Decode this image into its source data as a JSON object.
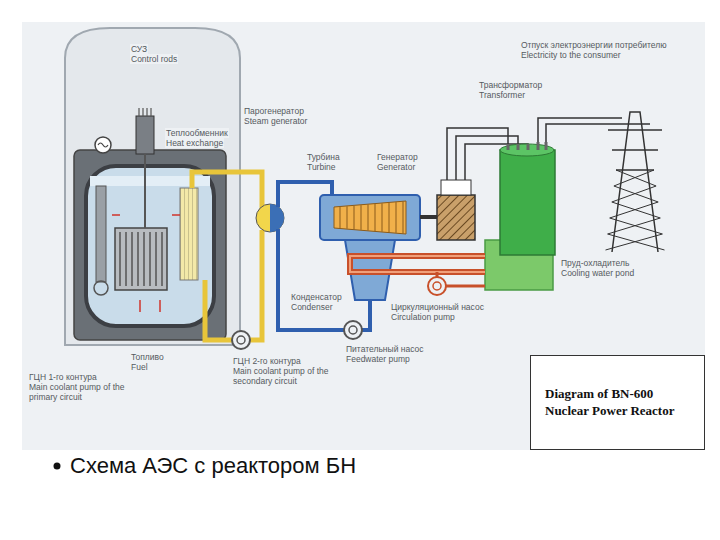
{
  "diagram": {
    "caption": "Схема АЭС с реактором БН",
    "nodes": [
      {
        "text": [
          "Diagram of BN-600 Nuclear Power Reactor"
        ]
      }
    ],
    "labels": [
      "СУЗ",
      "Control rods",
      "Теплообменник",
      "Heat exchange",
      "Парогенератор",
      "Steam generator",
      "Турбина",
      "Turbine",
      "Генератор",
      "Generator",
      "Отпуск электроэнергии потребителю",
      "Electricity to the consumer",
      "Трансформатор",
      "Transformer",
      "Пруд-охладитель",
      "Cooling water pond",
      "Циркуляционный насос",
      "Circulation pump",
      "Конденсатор",
      "Condenser",
      "Питательный насос",
      "Feedwater pump",
      "ГЦН 2-го контура",
      "Main coolant pump of the secondary circuit",
      "Топливо",
      "Fuel",
      "ГЦН 1-го контура",
      "Main coolant pump of the primary circuit"
    ]
  }
}
